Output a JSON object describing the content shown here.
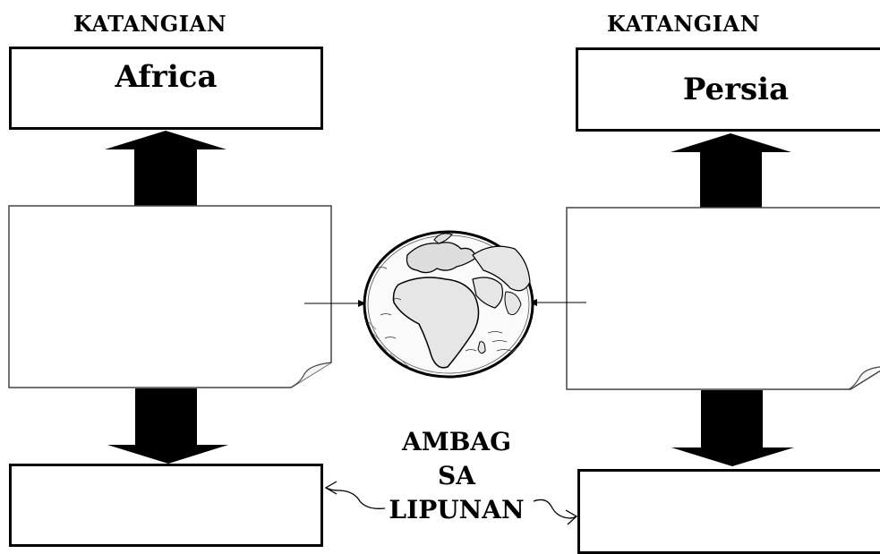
{
  "left": {
    "header": "KATANGIAN",
    "top_box": "Africa"
  },
  "right": {
    "header": "KATANGIAN",
    "top_box": "Persia"
  },
  "center": {
    "line1": "AMBAG",
    "line2": "SA",
    "line3": "LIPUNAN"
  },
  "icons": {
    "globe": "globe-icon",
    "up_arrow": "up-arrow-icon",
    "down_arrow": "down-arrow-icon",
    "curly_arrow": "curly-arrow-icon"
  }
}
